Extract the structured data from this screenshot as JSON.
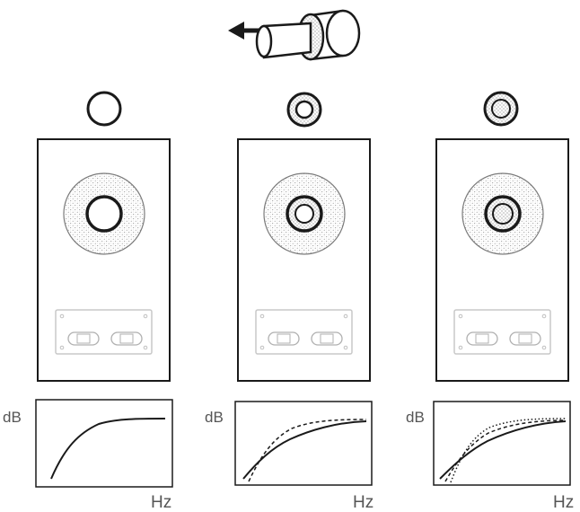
{
  "diagram": {
    "labels": {
      "y_axis": "dB",
      "x_axis": "Hz"
    },
    "colors": {
      "stroke": "#1a1a1a",
      "texture": "#9a9a9a",
      "text": "#555555"
    },
    "icons": {
      "plug_insert": "plug-insert-arrow-icon",
      "port_empty": "empty-port-icon",
      "port_ring_foam": "ring-foam-plug-icon",
      "port_solid_foam": "solid-foam-plug-icon",
      "terminal_plate": "speaker-terminal-icon"
    },
    "configurations": [
      {
        "port": "open",
        "response_curves": [
          "solid"
        ]
      },
      {
        "port": "ring-plug",
        "response_curves": [
          "solid",
          "dashed"
        ]
      },
      {
        "port": "full-plug",
        "response_curves": [
          "solid",
          "dashed",
          "dotted"
        ]
      }
    ]
  }
}
